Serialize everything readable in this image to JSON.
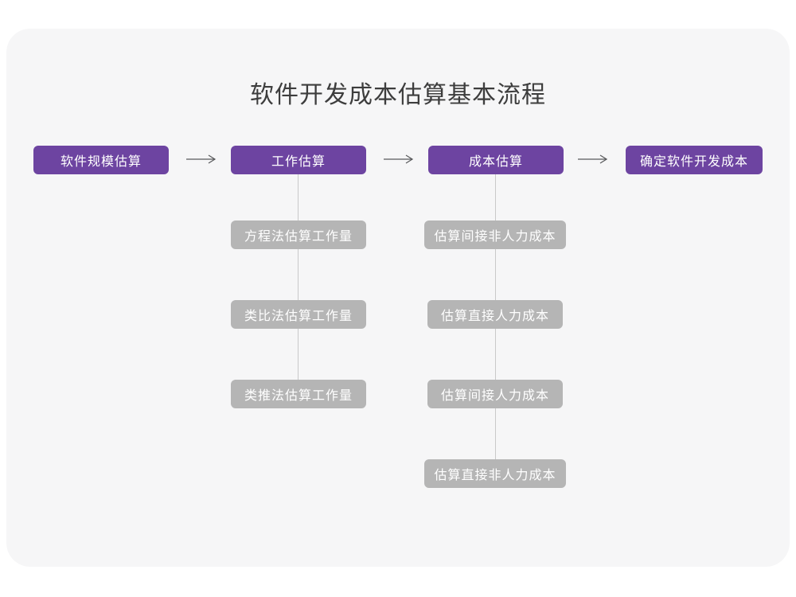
{
  "page": {
    "title": "软件开发成本估算基本流程"
  },
  "flow": {
    "main_nodes": [
      "软件规模估算",
      "工作估算",
      "成本估算",
      "确定软件开发成本"
    ],
    "work_sub_steps": [
      "方程法估算工作量",
      "类比法估算工作量",
      "类推法估算工作量"
    ],
    "cost_sub_steps": [
      "估算间接非人力成本",
      "估算直接人力成本",
      "估算间接人力成本",
      "估算直接非人力成本"
    ]
  },
  "colors": {
    "primary_node_bg": "#6d44a1",
    "secondary_node_bg": "#b5b5b5",
    "node_text": "#ffffff",
    "connector_line": "#c9c9c9",
    "arrow": "#58595b",
    "card_bg": "#f6f6f7",
    "page_bg": "#ffffff",
    "title_text": "#3d3d3d"
  }
}
